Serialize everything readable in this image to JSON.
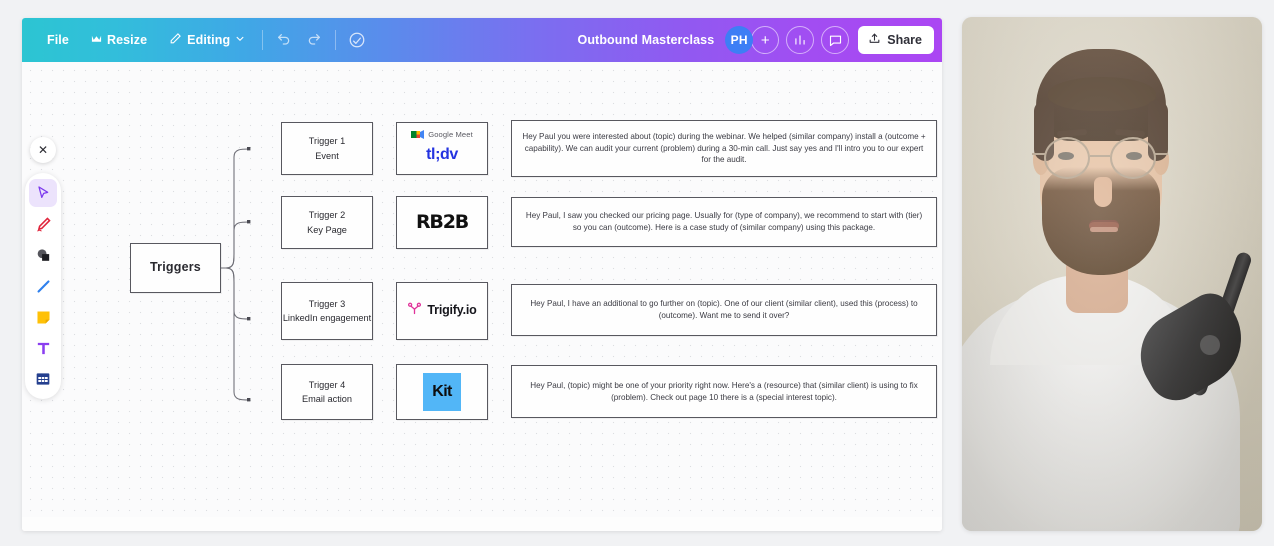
{
  "toolbar": {
    "file_label": "File",
    "resize_label": "Resize",
    "editing_label": "Editing",
    "undo_icon": "undo-icon",
    "redo_icon": "redo-icon",
    "cloud_icon": "cloud-sync-icon",
    "doc_title": "Outbound Masterclass",
    "avatar_initials": "PH",
    "add_collaborator_label": "+",
    "stats_icon": "bar-chart-icon",
    "comment_icon": "comment-bubble-icon",
    "share_label": "Share",
    "share_icon": "upload-icon",
    "gradient_start": "#2cc5d2",
    "gradient_end": "#ab46f3"
  },
  "palette": {
    "close_label": "✕",
    "tools": [
      {
        "name": "select-cursor",
        "active": true
      },
      {
        "name": "marker-pen",
        "active": false
      },
      {
        "name": "shapes",
        "active": false
      },
      {
        "name": "line",
        "active": false
      },
      {
        "name": "sticky-note",
        "active": false
      },
      {
        "name": "text",
        "active": false
      },
      {
        "name": "table",
        "active": false
      }
    ]
  },
  "diagram": {
    "root": {
      "label": "Triggers"
    },
    "rows": [
      {
        "trigger_title": "Trigger 1",
        "trigger_sub": "Event",
        "logo": "google-meet-tldv",
        "logo_primary": "Google Meet",
        "logo_secondary": "tl;dv",
        "message": "Hey Paul you were interested about (topic) during the webinar. We helped (similar company) install a (outcome + capability). We can audit your current (problem) during a 30-min call. Just say yes and I'll intro you to our expert for the audit."
      },
      {
        "trigger_title": "Trigger 2",
        "trigger_sub": "Key Page",
        "logo": "rb2b",
        "logo_primary": "RB2B",
        "logo_secondary": "",
        "message": "Hey Paul, I saw you checked our pricing page. Usually for (type of company), we recommend to start with (tier) so you can (outcome). Here is a case study of (similar company) using this package."
      },
      {
        "trigger_title": "Trigger 3",
        "trigger_sub": "LinkedIn engagement",
        "logo": "trigify",
        "logo_primary": "Trigify.io",
        "logo_secondary": "",
        "message": "Hey Paul, I have an additional to go further on (topic). One of our client (similar client), used this (process) to (outcome). Want me to send it over?"
      },
      {
        "trigger_title": "Trigger 4",
        "trigger_sub": "Email action",
        "logo": "kit",
        "logo_primary": "Kit",
        "logo_secondary": "",
        "message": "Hey Paul, (topic) might be one of your priority right now. Here's a (resource) that (similar client) is using to fix (problem). Check out page 10 there is a (special interest topic)."
      }
    ]
  },
  "webcam": {
    "name": "presenter-video-feed",
    "description": "presenter on camera"
  }
}
